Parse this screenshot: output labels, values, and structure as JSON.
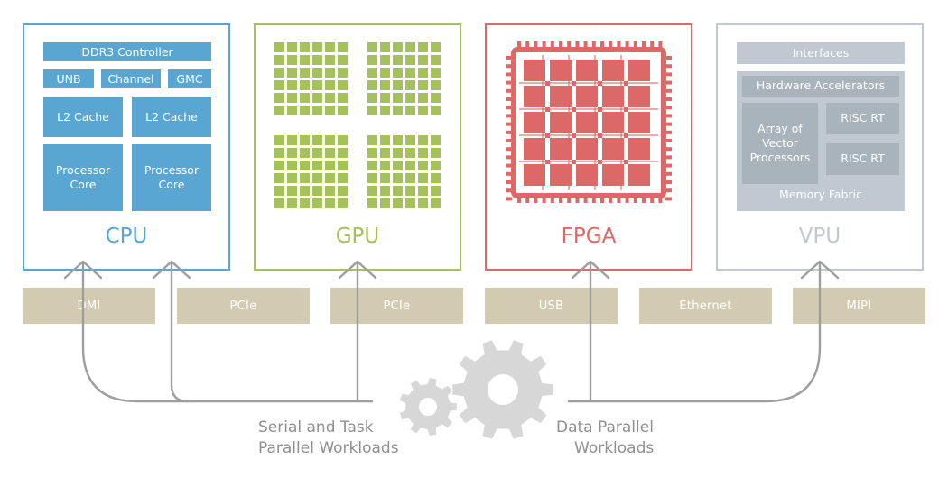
{
  "colors": {
    "cpu": "#5aa6d3",
    "gpu": "#a4c15a",
    "fpga": "#dc6867",
    "vpu": "#c0c9d1",
    "vpu_inner": "#a9b3bb",
    "bus": "#d3cbb1",
    "arrows": "#9e9e9e",
    "gears": "#d7d7d7",
    "caption": "#8f8f8f"
  },
  "cpu": {
    "title": "CPU",
    "ddr3": "DDR3 Controller",
    "unb": "UNB",
    "channel": "Channel",
    "gmc": "GMC",
    "l2_cache": "L2 Cache",
    "processor_core": "Processor Core"
  },
  "gpu": {
    "title": "GPU"
  },
  "fpga": {
    "title": "FPGA"
  },
  "vpu": {
    "title": "VPU",
    "interfaces": "Interfaces",
    "hardware_accelerators": "Hardware Accelerators",
    "array_of_vector_processors": "Array of Vector Processors",
    "risc_rt": "RISC RT",
    "memory_fabric": "Memory Fabric"
  },
  "buses": [
    "DMI",
    "PCIe",
    "PCIe",
    "USB",
    "Ethernet",
    "MIPI"
  ],
  "captions": {
    "serial_line1": "Serial and Task",
    "serial_line2": "Parallel Workloads",
    "data_line1": "Data Parallel",
    "data_line2": "Workloads"
  }
}
